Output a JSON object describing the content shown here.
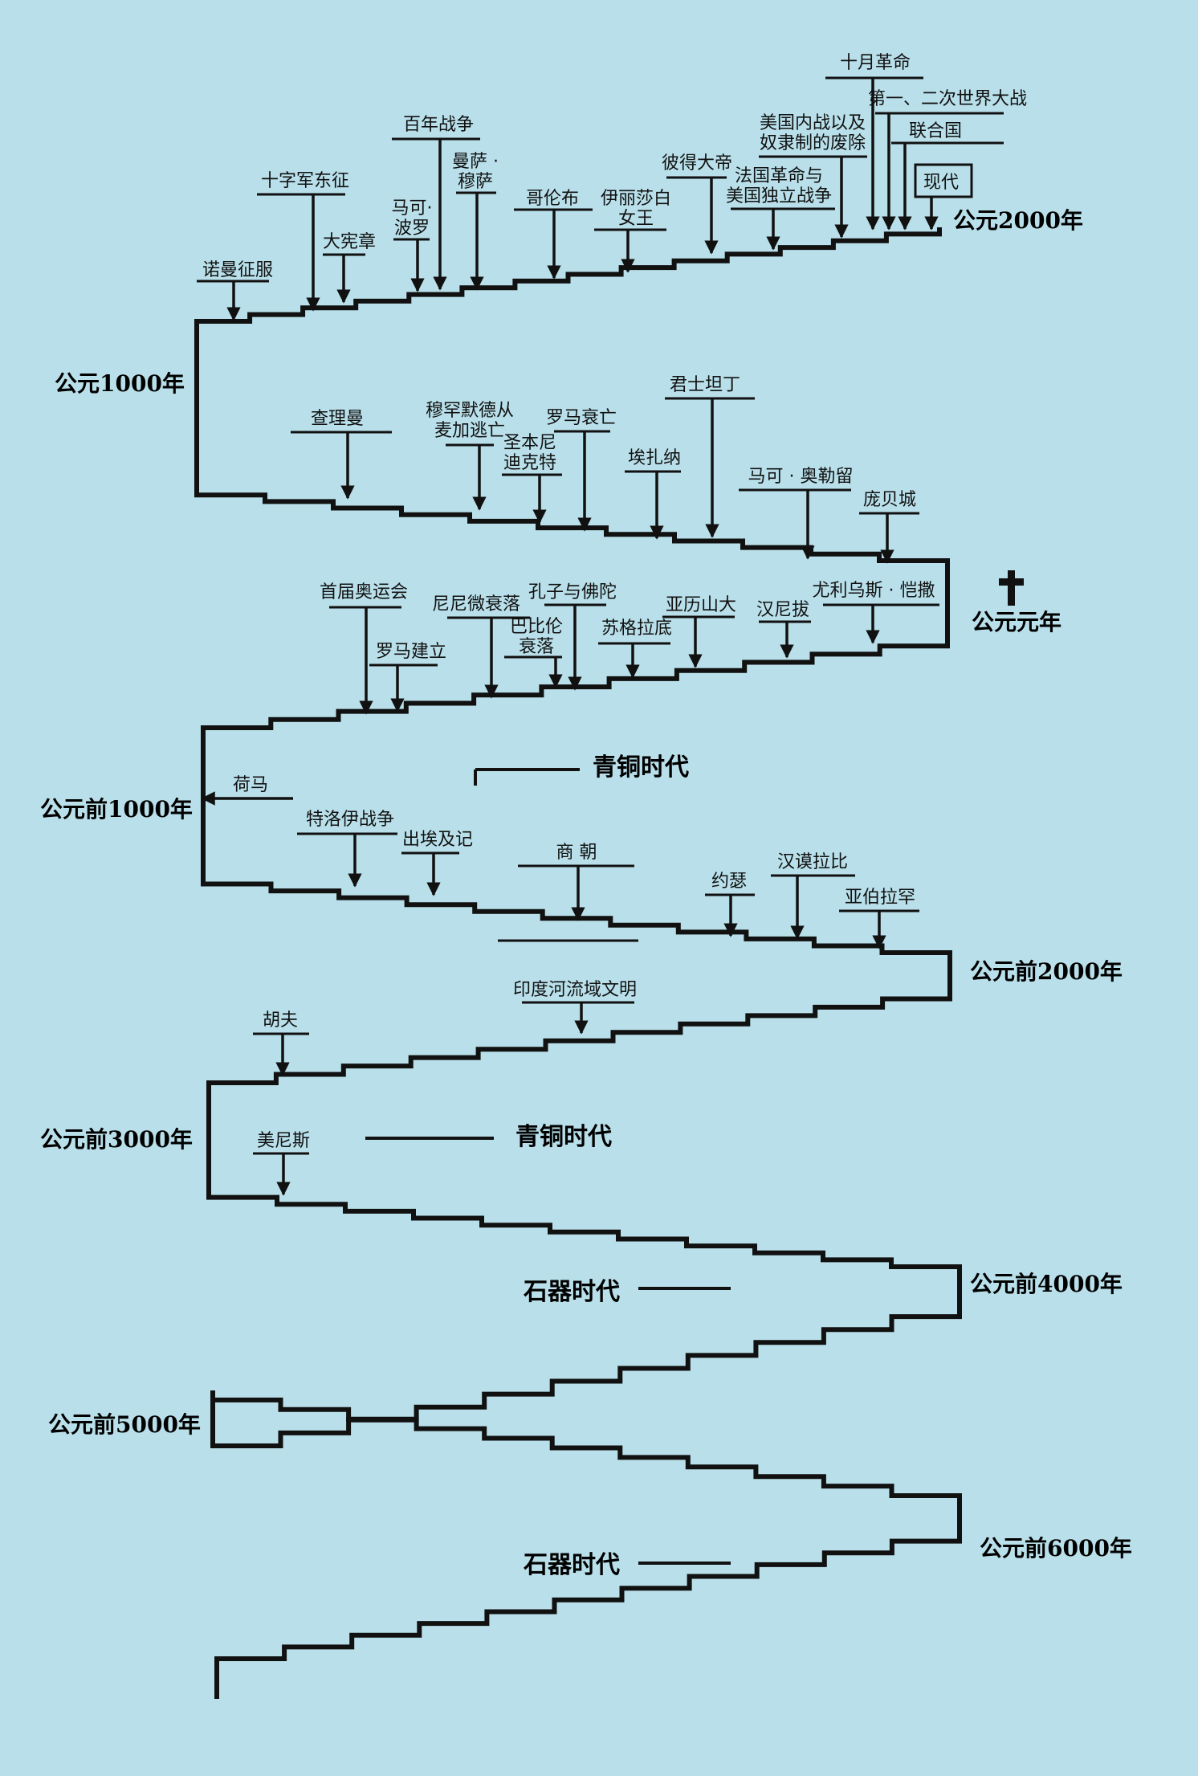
{
  "diagram": {
    "title": "",
    "colors": {
      "background": "#b9e0ea",
      "ink": "#111111"
    },
    "era_labels": [
      {
        "id": "ad2000",
        "text": "公元2000年"
      },
      {
        "id": "ad1000",
        "text": "公元1000年"
      },
      {
        "id": "ad1",
        "text": "公元元年"
      },
      {
        "id": "bc1000",
        "text": "公元前1000年"
      },
      {
        "id": "bc2000",
        "text": "公元前2000年"
      },
      {
        "id": "bc3000",
        "text": "公元前3000年"
      },
      {
        "id": "bc4000",
        "text": "公元前4000年"
      },
      {
        "id": "bc5000",
        "text": "公元前5000年"
      },
      {
        "id": "bc6000",
        "text": "公元前6000年"
      }
    ],
    "period_labels": [
      {
        "id": "bronze1",
        "text": "青铜时代"
      },
      {
        "id": "bronze2",
        "text": "青铜时代"
      },
      {
        "id": "stone1",
        "text": "石器时代"
      },
      {
        "id": "stone2",
        "text": "石器时代"
      }
    ],
    "cross_icon": "cross-icon",
    "events": [
      {
        "id": "october-revolution",
        "text": [
          "十月革命"
        ]
      },
      {
        "id": "world-wars",
        "text": [
          "第一、二次世界大战"
        ]
      },
      {
        "id": "us-civil-war",
        "text": [
          "美国内战以及",
          "奴隶制的废除"
        ]
      },
      {
        "id": "united-nations",
        "text": [
          "联合国"
        ]
      },
      {
        "id": "modern",
        "text": [
          "现代"
        ]
      },
      {
        "id": "hundred-years-war",
        "text": [
          "百年战争"
        ]
      },
      {
        "id": "mansa-musa",
        "text": [
          "曼萨 ·",
          "穆萨"
        ]
      },
      {
        "id": "peter-the-great",
        "text": [
          "彼得大帝"
        ]
      },
      {
        "id": "crusades",
        "text": [
          "十字军东征"
        ]
      },
      {
        "id": "french-revolution",
        "text": [
          "法国革命与",
          "美国独立战争"
        ]
      },
      {
        "id": "marco-polo",
        "text": [
          "马可·",
          "波罗"
        ]
      },
      {
        "id": "columbus",
        "text": [
          "哥伦布"
        ]
      },
      {
        "id": "elizabeth",
        "text": [
          "伊丽莎白",
          "女王"
        ]
      },
      {
        "id": "magna-carta",
        "text": [
          "大宪章"
        ]
      },
      {
        "id": "norman-conquest",
        "text": [
          "诺曼征服"
        ]
      },
      {
        "id": "constantine",
        "text": [
          "君士坦丁"
        ]
      },
      {
        "id": "muhammad",
        "text": [
          "穆罕默德从",
          "麦加逃亡"
        ]
      },
      {
        "id": "charlemagne",
        "text": [
          "查理曼"
        ]
      },
      {
        "id": "fall-of-rome",
        "text": [
          "罗马衰亡"
        ]
      },
      {
        "id": "saint-benedict",
        "text": [
          "圣本尼",
          "迪克特"
        ]
      },
      {
        "id": "aksum",
        "text": [
          "埃扎纳"
        ]
      },
      {
        "id": "marcus-aurelius",
        "text": [
          "马可 · 奥勒留"
        ]
      },
      {
        "id": "pompeii",
        "text": [
          "庞贝城"
        ]
      },
      {
        "id": "first-olympics",
        "text": [
          "首届奥运会"
        ]
      },
      {
        "id": "fall-of-nineveh",
        "text": [
          "尼尼微衰落"
        ]
      },
      {
        "id": "confucius-buddha",
        "text": [
          "孔子与佛陀"
        ]
      },
      {
        "id": "alexander",
        "text": [
          "亚历山大"
        ]
      },
      {
        "id": "julius-caesar",
        "text": [
          "尤利乌斯 · 恺撒"
        ]
      },
      {
        "id": "fall-of-babylon",
        "text": [
          "巴比伦",
          "衰落"
        ]
      },
      {
        "id": "socrates",
        "text": [
          "苏格拉底"
        ]
      },
      {
        "id": "hannibal",
        "text": [
          "汉尼拔"
        ]
      },
      {
        "id": "founding-of-rome",
        "text": [
          "罗马建立"
        ]
      },
      {
        "id": "homer",
        "text": [
          "荷马"
        ]
      },
      {
        "id": "trojan-war",
        "text": [
          "特洛伊战争"
        ]
      },
      {
        "id": "exodus",
        "text": [
          "出埃及记"
        ]
      },
      {
        "id": "shang-dynasty",
        "text": [
          "商 朝"
        ]
      },
      {
        "id": "hammurabi",
        "text": [
          "汉谟拉比"
        ]
      },
      {
        "id": "joseph",
        "text": [
          "约瑟"
        ]
      },
      {
        "id": "abraham",
        "text": [
          "亚伯拉罕"
        ]
      },
      {
        "id": "indus-valley",
        "text": [
          "印度河流域文明"
        ]
      },
      {
        "id": "khufu",
        "text": [
          "胡夫"
        ]
      },
      {
        "id": "menes",
        "text": [
          "美尼斯"
        ]
      }
    ]
  }
}
